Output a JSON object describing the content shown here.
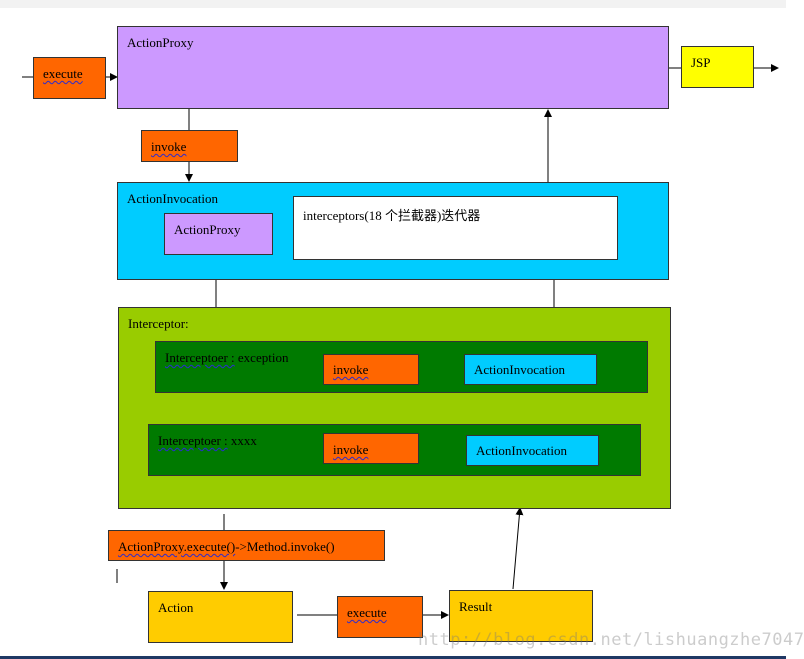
{
  "colors": {
    "purple": "#cc99ff",
    "orange": "#ff6600",
    "yellow": "#ffff00",
    "cyan": "#00ccff",
    "lime": "#99cc00",
    "dark_green": "#007a00",
    "gold": "#ffcc00",
    "white": "#ffffff"
  },
  "nodes": {
    "execute_in": "execute",
    "action_proxy": "ActionProxy",
    "jsp": "JSP",
    "invoke_top": "invoke",
    "action_invocation": "ActionInvocation",
    "inner_action_proxy": "ActionProxy",
    "interceptors_iterator": "interceptors(18 个拦截器)迭代器",
    "interceptor_title": "Interceptor:",
    "interceptor1_label": "Interceptoer : exception",
    "interceptor1_label_prefix": "Interceptoer :",
    "interceptor1_label_suffix": " exception",
    "interceptor1_invoke": "invoke",
    "interceptor1_action_invocation": "ActionInvocation",
    "interceptor2_label": "Interceptoer : xxxx",
    "interceptor2_label_prefix": "Interceptoer :",
    "interceptor2_label_suffix": " xxxx",
    "interceptor2_invoke": "invoke",
    "interceptor2_action_invocation": "ActionInvocation",
    "method_invoke": "ActionProxy.execute()->Method.invoke()",
    "method_invoke_prefix": "ActionProxy.execute()",
    "method_invoke_suffix": "->Method.invoke()",
    "action": "Action",
    "execute_action": "execute",
    "result": "Result"
  },
  "watermark": "http://blog.csdn.net/lishuangzhe7047",
  "icons": [
    "arrow-icon"
  ]
}
